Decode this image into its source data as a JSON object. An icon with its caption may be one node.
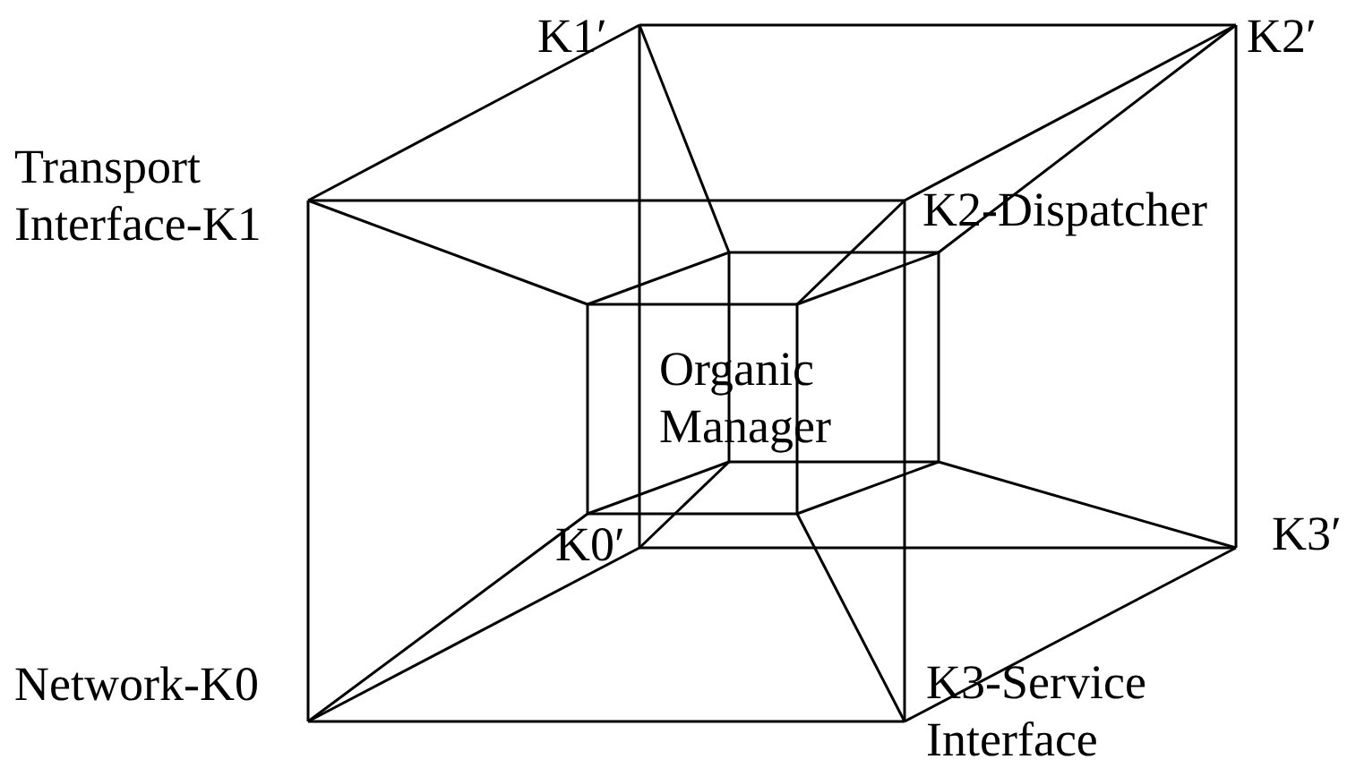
{
  "diagram": {
    "labels": [
      "K1′",
      "K2′",
      "Transport Interface-K1",
      "K2-Dispatcher",
      "Organic Manager",
      "K0′",
      "K3′",
      "Network-K0",
      "K3-Service Interface"
    ]
  }
}
